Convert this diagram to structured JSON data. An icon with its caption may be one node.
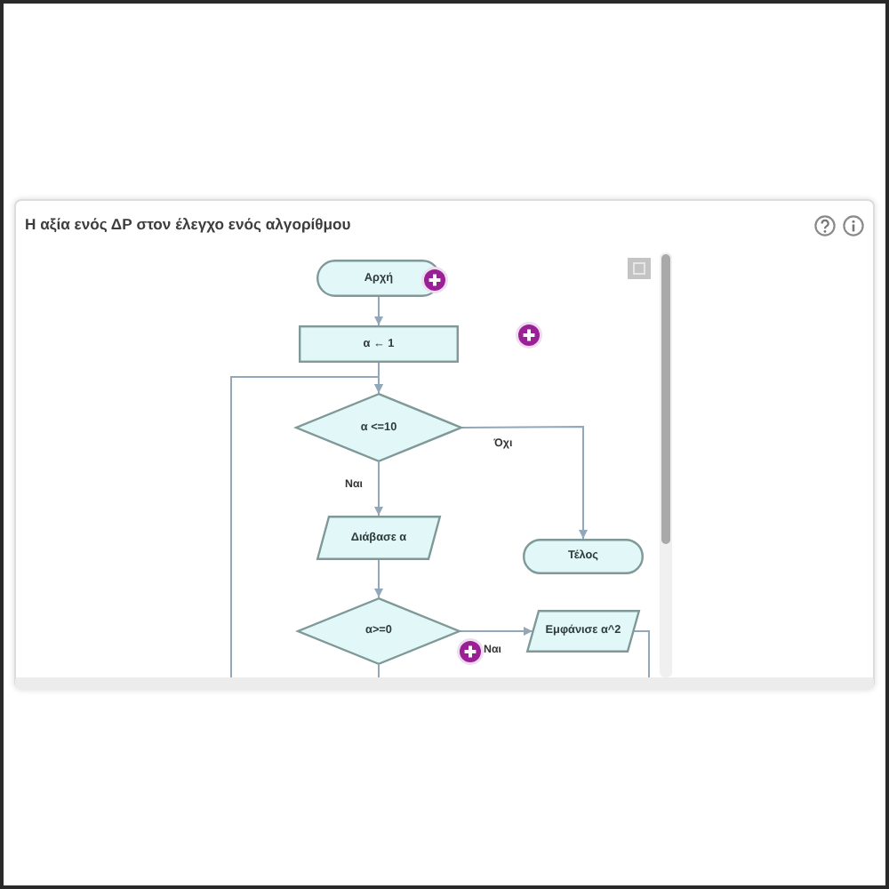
{
  "diagram": {
    "title": "Η αξία ενός ΔΡ στον έλεγχο ενός αλγορίθμου",
    "nodes": [
      {
        "text": [
          "Αρχή"
        ]
      },
      {
        "text": [
          "α ← 1"
        ]
      },
      {
        "text": [
          "α <=10"
        ]
      },
      {
        "text": [
          "Διάβασε α"
        ]
      },
      {
        "text": [
          "Τέλος"
        ]
      },
      {
        "text": [
          "α>=0"
        ]
      },
      {
        "text": [
          "Εμφάνισε α^2"
        ]
      }
    ],
    "edges": [
      {
        "from": 0,
        "to": 1,
        "arrow": "to"
      },
      {
        "from": 1,
        "to": 2,
        "arrow": "to"
      },
      {
        "from": 2,
        "to": 3,
        "arrow": "to",
        "label": "Ναι"
      },
      {
        "from": 2,
        "to": 4,
        "arrow": "to",
        "label": "Όχι"
      },
      {
        "from": 3,
        "to": 5,
        "arrow": "to"
      },
      {
        "from": 5,
        "to": 6,
        "arrow": "to",
        "label": "Ναι"
      },
      {
        "from": 6,
        "to": null,
        "arrow": "none"
      },
      {
        "from": 5,
        "to": null,
        "arrow": "none"
      },
      {
        "from": null,
        "to": 2,
        "arrow": "to"
      }
    ]
  }
}
